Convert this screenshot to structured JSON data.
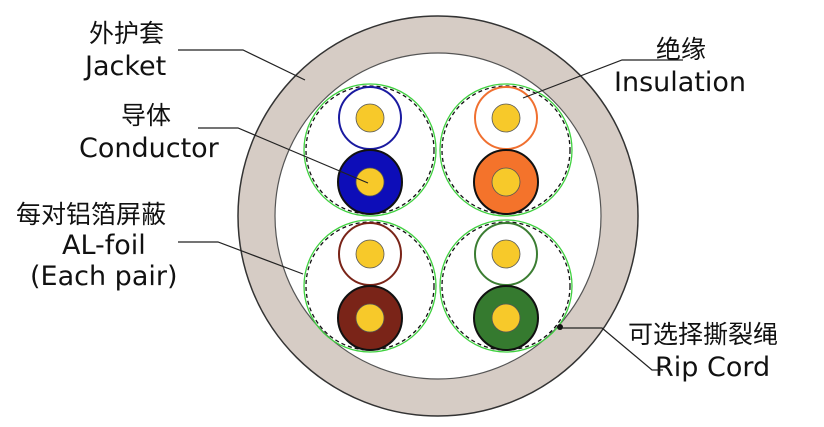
{
  "colors": {
    "jacket": "#d6ccc5",
    "jacket_outline": "#333333",
    "core": "#ffffff",
    "conductor": "#f7c92a",
    "foil": "#3fd13f",
    "foil_inner": "#111111",
    "leader": "#222222"
  },
  "pairs": [
    {
      "id": "blue",
      "stripe": "#1a1aa0",
      "solid": "#0d0db8"
    },
    {
      "id": "orange",
      "stripe": "#f07030",
      "solid": "#f4732b"
    },
    {
      "id": "brown",
      "stripe": "#7a2418",
      "solid": "#7a2418"
    },
    {
      "id": "green",
      "stripe": "#3b7d32",
      "solid": "#357a2f"
    }
  ],
  "labels": {
    "jacket": {
      "cn": "外护套",
      "en": "Jacket"
    },
    "conductor": {
      "cn": "导体",
      "en": "Conductor"
    },
    "foil": {
      "cn": "每对铝箔屏蔽",
      "en": "AL-foil",
      "en2": "(Each pair)"
    },
    "insulation": {
      "cn": "绝缘",
      "en": "Insulation"
    },
    "ripcord": {
      "cn": "可选择撕裂绳",
      "en": "Rip Cord"
    }
  }
}
